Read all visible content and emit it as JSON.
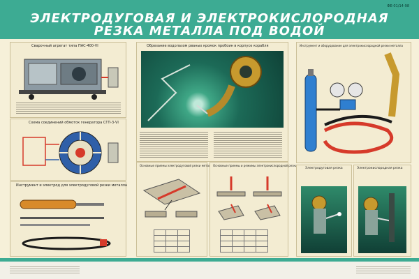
{
  "header": {
    "title_line1": "ЭЛЕКТРОДУГОВАЯ И ЭЛЕКТРОКИСЛОРОДНАЯ",
    "title_line2": "РЕЗКА МЕТАЛЛА ПОД ВОДОЙ",
    "corner_code": "ФЕ-01/14-98"
  },
  "panels": {
    "welding_unit": "Сварочный агрегат типа ПАС-400-VI",
    "generator_scheme": "Схема соединений обмоток генератора СГП-3-VI",
    "tool_electrode": "Инструмент и электрод для электродуговой резки металла",
    "center_scene": "Обрезание водолазом рваных кромок пробоин в корпусе корабля",
    "equipment": "Инструмент и оборудование для электрокислородной резки металла",
    "cut_methods_left": "Основные приемы электродуговой резки металла под водой",
    "cut_methods_right": "Основные приемы и режимы электрокислородной резки металла под водой",
    "arc_cutting": "Электродуговая резка",
    "oxy_arc_cutting": "Электрокислородная резка"
  },
  "colors": {
    "title_band": "#3dab93",
    "paper": "#f6f0d9",
    "water_scene": "#1c6a57",
    "oxygen_cylinder": "#2f7fd0",
    "hose_red": "#d63a2a",
    "hose_black": "#1a1a1a"
  }
}
